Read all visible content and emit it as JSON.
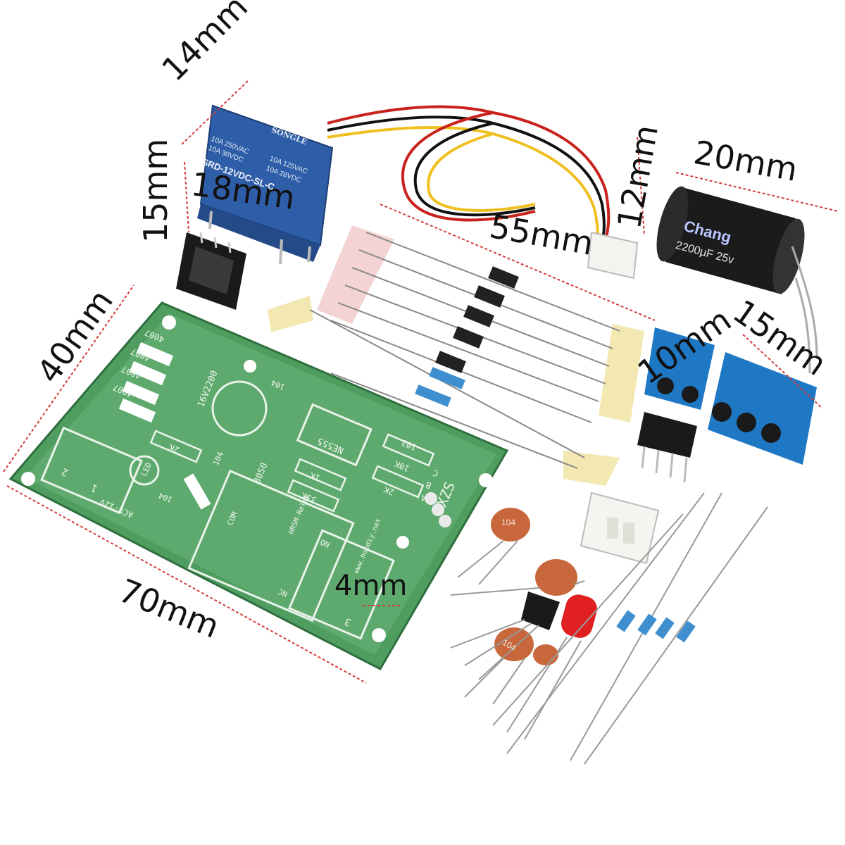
{
  "dimensions": {
    "relay_width": "14mm",
    "relay_height": "15mm",
    "relay_length": "18mm",
    "cable_length": "55mm",
    "connector_height": "12mm",
    "capacitor_diameter": "20mm",
    "terminal_width": "10mm",
    "terminal_length": "15mm",
    "board_width": "40mm",
    "board_length": "70mm",
    "hole_spacing": "4mm"
  },
  "relay": {
    "brand": "SONGLE",
    "rating_1": "10A 250VAC",
    "rating_2": "10A 30VDC",
    "rating_3": "10A 125VAC",
    "rating_4": "10A 28VDC",
    "model": "SRD-12VDC-SL-C"
  },
  "capacitor": {
    "brand": "Chang",
    "value": "2200μF 25v"
  },
  "pcb": {
    "labels": [
      "4007",
      "4007",
      "4007",
      "4007",
      "16V2200",
      "104",
      "NE555",
      "103",
      "10K",
      "2K",
      "1K",
      "33K",
      "2K",
      "104",
      "LED",
      "8050",
      "104",
      "AC9-12V",
      "COM",
      "HRSM-Relay",
      "NC",
      "NO",
      "www.hoodiy.net",
      "XZS",
      "A",
      "B",
      "C",
      "1",
      "2",
      "3"
    ]
  },
  "ceramic_caps": [
    "104",
    "104"
  ],
  "colors": {
    "pcb": "#5aa86a",
    "relay": "#2f5ea8",
    "terminal": "#1f78c4",
    "capacitor": "#1b1b1b",
    "dimension_line": "#d23a3a"
  }
}
